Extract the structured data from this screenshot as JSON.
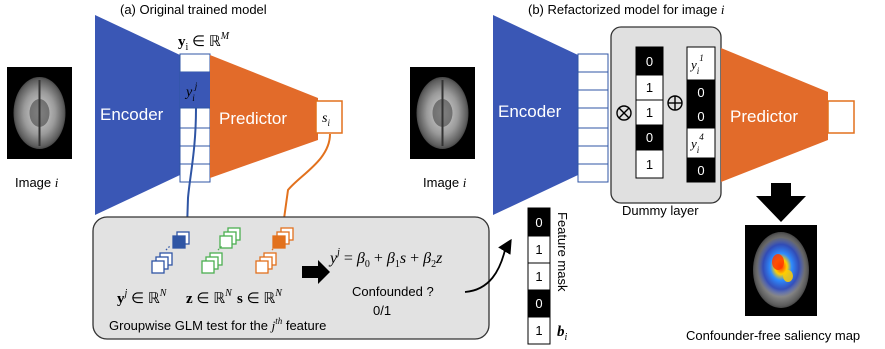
{
  "left_panel": {
    "title": "(a) Original trained model",
    "image_label_text": "Image ",
    "image_label_var": "i",
    "embedding_label": "y_i ∈ ℝ^M",
    "embedding_cell_label": "y_i^j",
    "encoder_label": "Encoder",
    "predictor_label": "Predictor",
    "output_label": "s_i"
  },
  "glm_box": {
    "group_labels": [
      "y^j ∈ ℝ^N",
      "z ∈ ℝ^N",
      "s ∈ ℝ^N"
    ],
    "equation": "y^j = β0 + β1 s + β2 z",
    "confounded_q": "Confounded ?",
    "confounded_a": "0/1",
    "caption_prefix": "Groupwise GLM test for the ",
    "caption_sup": "th",
    "caption_suffix": " feature",
    "colors": {
      "blue": "#2f55a4",
      "green": "#4caf50",
      "orange": "#e2711d"
    }
  },
  "feature_mask": {
    "title": "Feature mask",
    "values": [
      "0",
      "1",
      "1",
      "0",
      "1"
    ],
    "label": "b_i"
  },
  "right_panel": {
    "title_prefix": "(b) Refactorized model for image ",
    "title_var": "i",
    "image_label_text": "Image ",
    "image_label_var": "i",
    "encoder_label": "Encoder",
    "predictor_label": "Predictor",
    "dummy_layer_label": "Dummy layer",
    "mask_values": [
      "0",
      "1",
      "1",
      "0",
      "1"
    ],
    "residual_values": [
      "y_i^1",
      "0",
      "0",
      "y_i^4",
      "0"
    ],
    "saliency_label": "Confounder-free saliency map"
  },
  "colors": {
    "encoder_blue": "#3a57b5",
    "predictor_orange": "#e26b2a",
    "panel_gray": "#e0e0e0",
    "cell_blue": "#3a57b5"
  }
}
